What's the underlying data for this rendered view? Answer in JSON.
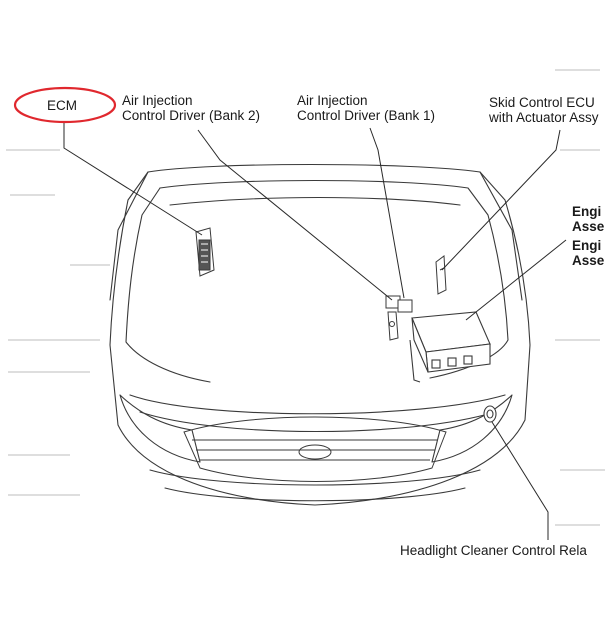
{
  "labels": {
    "ecm": "ECM",
    "air_injection_bank2": [
      "Air Injection",
      "Control Driver (Bank 2)"
    ],
    "air_injection_bank1": [
      "Air Injection",
      "Control Driver (Bank 1)"
    ],
    "skid_control": [
      "Skid Control ECU",
      "with Actuator Assy"
    ],
    "engine_room_1": [
      "Engi",
      "Asse"
    ],
    "engine_room_2": [
      "Engi",
      "Asse"
    ],
    "headlight_cleaner": "Headlight Cleaner Control Rela"
  },
  "colors": {
    "highlight_ellipse": "#e0282e",
    "line": "#3a3a3a",
    "faint": "#b8b8b8"
  }
}
